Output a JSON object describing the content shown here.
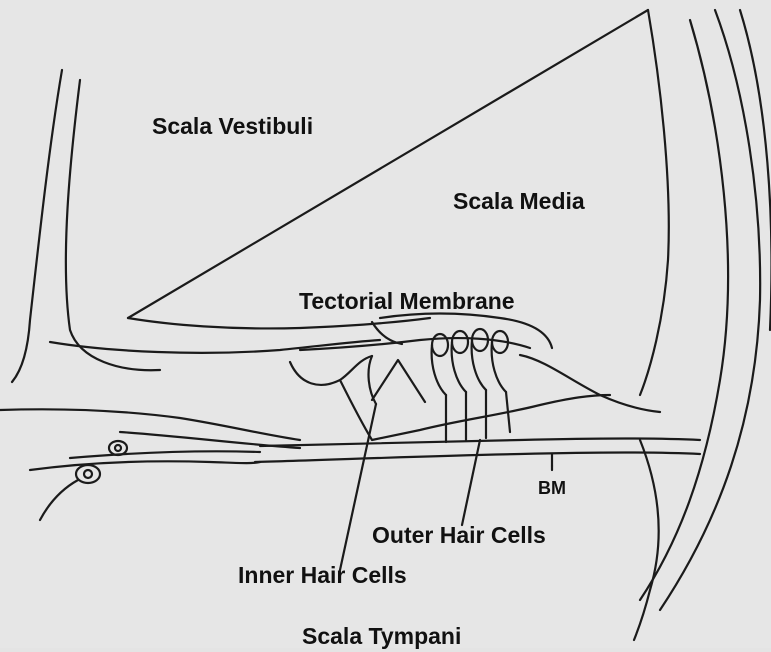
{
  "labels": {
    "scala_vestibuli": "Scala Vestibuli",
    "scala_media": "Scala Media",
    "tectorial_membrane": "Tectorial Membrane",
    "bm": "BM",
    "outer_hair_cells": "Outer Hair Cells",
    "inner_hair_cells": "Inner Hair Cells",
    "scala_tympani": "Scala Tympani"
  },
  "colors": {
    "ink": "#1b1b1b",
    "paper": "#e6e6e6",
    "bleed_text": "#c6c6c6"
  }
}
